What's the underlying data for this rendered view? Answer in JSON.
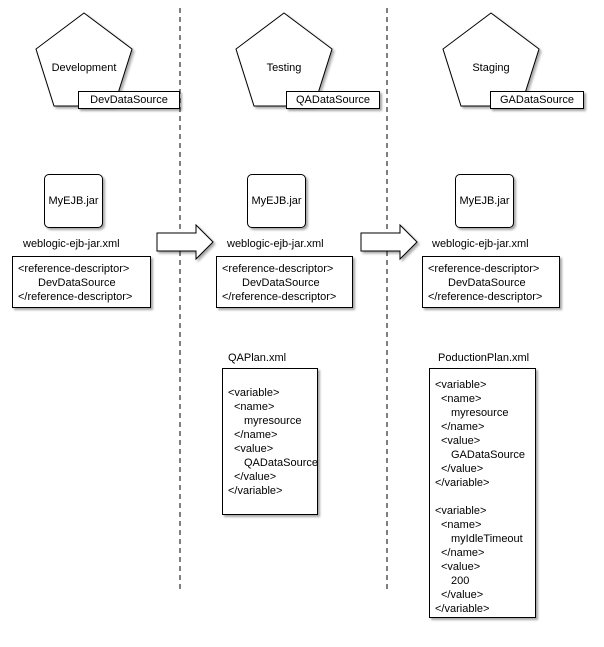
{
  "environments": [
    {
      "name": "Development",
      "datasource": "DevDataSource",
      "jar": "MyEJB.jar",
      "descriptor_title": "weblogic-ejb-jar.xml",
      "descriptor_lines": [
        "<reference-descriptor>",
        "DevDataSource",
        "</reference-descriptor>"
      ]
    },
    {
      "name": "Testing",
      "datasource": "QADataSource",
      "jar": "MyEJB.jar",
      "descriptor_title": "weblogic-ejb-jar.xml",
      "descriptor_lines": [
        "<reference-descriptor>",
        "DevDataSource",
        "</reference-descriptor>"
      ],
      "plan_title": "QAPlan.xml",
      "plan_lines": [
        "<variable>",
        "<name>",
        "myresource",
        "</name>",
        "<value>",
        "QADataSource",
        "</value>",
        "</variable>"
      ]
    },
    {
      "name": "Staging",
      "datasource": "GADataSource",
      "jar": "MyEJB.jar",
      "descriptor_title": "weblogic-ejb-jar.xml",
      "descriptor_lines": [
        "<reference-descriptor>",
        "DevDataSource",
        "</reference-descriptor>"
      ],
      "plan_title": "PoductionPlan.xml",
      "plan_lines": [
        "<variable>",
        "<name>",
        "myresource",
        "</name>",
        "<value>",
        "GADataSource",
        "</value>",
        "</variable>",
        "",
        "<variable>",
        "<name>",
        "myIdleTimeout",
        "</name>",
        "<value>",
        "200",
        "</value>",
        "</variable>"
      ]
    }
  ]
}
